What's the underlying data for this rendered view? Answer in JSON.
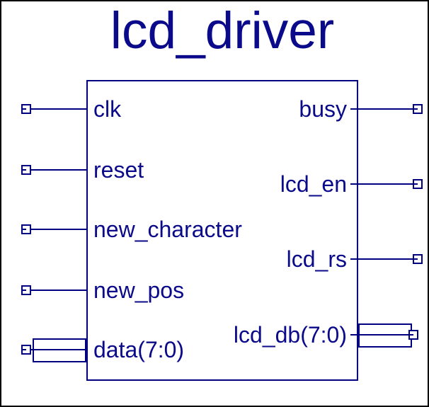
{
  "title": "lcd_driver",
  "colors": {
    "line": "#000080",
    "text": "#0a0a8a",
    "canvas_border": "#000000",
    "background": "#ffffff"
  },
  "ports": {
    "left": [
      {
        "label": "clk",
        "direction": "input",
        "type": "single"
      },
      {
        "label": "reset",
        "direction": "input",
        "type": "single"
      },
      {
        "label": "new_character",
        "direction": "input",
        "type": "single"
      },
      {
        "label": "new_pos",
        "direction": "input",
        "type": "single"
      },
      {
        "label": "data(7:0)",
        "direction": "input",
        "type": "bus"
      }
    ],
    "right": [
      {
        "label": "busy",
        "direction": "output",
        "type": "single"
      },
      {
        "label": "lcd_en",
        "direction": "output",
        "type": "single"
      },
      {
        "label": "lcd_rs",
        "direction": "output",
        "type": "single"
      },
      {
        "label": "lcd_db(7:0)",
        "direction": "output",
        "type": "bus"
      }
    ]
  }
}
